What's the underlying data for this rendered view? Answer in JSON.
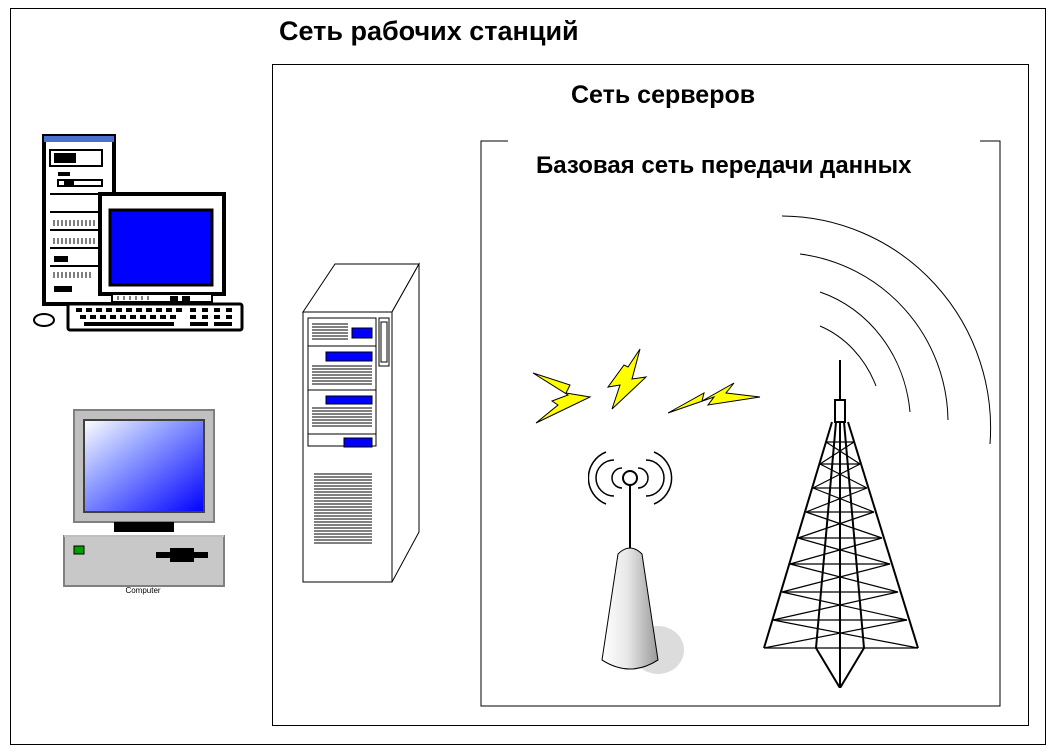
{
  "diagram": {
    "workstation_network": {
      "title": "Сеть рабочих станций"
    },
    "server_network": {
      "title": "Сеть серверов"
    },
    "core_network": {
      "title": "Базовая сеть передачи данных"
    },
    "computer_caption": "Computer"
  },
  "colors": {
    "screen_blue": "#0000ff",
    "lightning_yellow": "#ffff00",
    "frame_black": "#000000",
    "case_gray": "#c0c0c0"
  },
  "icons": [
    "desktop-tower-icon",
    "computer-icon",
    "server-tower-icon",
    "lightning-bolt-icon",
    "wireless-antenna-icon",
    "radio-tower-icon"
  ]
}
